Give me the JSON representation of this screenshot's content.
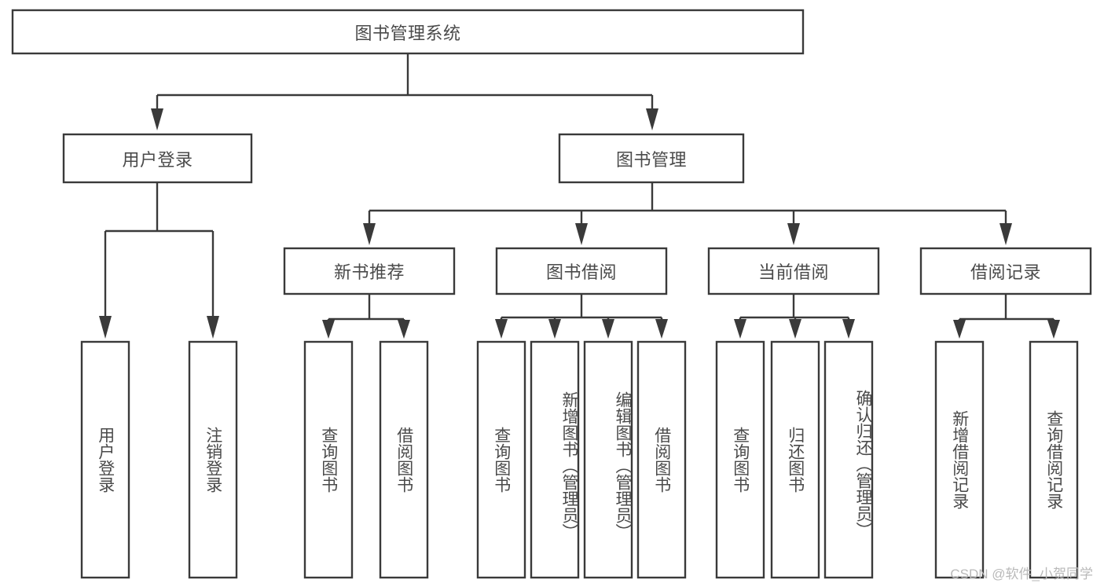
{
  "diagram": {
    "type": "tree",
    "title": "图书管理系统",
    "watermark": "CSDN @软件_小贺同学",
    "colors": {
      "stroke": "#3a3a3a",
      "box_fill": "#ffffff",
      "text": "#4a4a4a",
      "background": "#ffffff",
      "watermark": "#b9b9b9"
    },
    "nodes": {
      "root": {
        "label": "图书管理系统",
        "orientation": "horizontal"
      },
      "level1": [
        {
          "label": "用户登录",
          "orientation": "horizontal"
        },
        {
          "label": "图书管理",
          "orientation": "horizontal"
        }
      ],
      "level2": [
        {
          "label": "新书推荐",
          "orientation": "horizontal"
        },
        {
          "label": "图书借阅",
          "orientation": "horizontal"
        },
        {
          "label": "当前借阅",
          "orientation": "horizontal"
        },
        {
          "label": "借阅记录",
          "orientation": "horizontal"
        }
      ],
      "leaves": {
        "user_login": [
          {
            "label": "用户登录",
            "orientation": "vertical"
          },
          {
            "label": "注销登录",
            "orientation": "vertical"
          }
        ],
        "new_book_recommend": [
          {
            "label": "查询图书",
            "orientation": "vertical"
          },
          {
            "label": "借阅图书",
            "orientation": "vertical"
          }
        ],
        "book_borrow": [
          {
            "label": "查询图书",
            "orientation": "vertical"
          },
          {
            "label": "新增图书（管理员）",
            "orientation": "vertical"
          },
          {
            "label": "编辑图书（管理员）",
            "orientation": "vertical"
          },
          {
            "label": "借阅图书",
            "orientation": "vertical"
          }
        ],
        "current_borrow": [
          {
            "label": "查询图书",
            "orientation": "vertical"
          },
          {
            "label": "归还图书",
            "orientation": "vertical"
          },
          {
            "label": "确认归还（管理员）",
            "orientation": "vertical"
          }
        ],
        "borrow_record": [
          {
            "label": "新增借阅记录",
            "orientation": "vertical"
          },
          {
            "label": "查询借阅记录",
            "orientation": "vertical"
          }
        ]
      }
    }
  }
}
